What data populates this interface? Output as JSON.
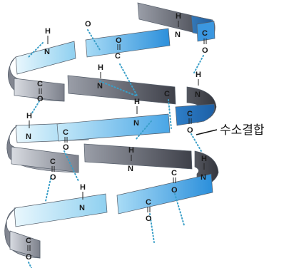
{
  "diagram": {
    "atoms": {
      "nitrogen": "N",
      "hydrogen": "H",
      "carbon": "C",
      "oxygen": "O"
    },
    "annotation": "수소결합"
  },
  "colors": {
    "ribbon_light": "#b5e3f6",
    "ribbon_bright": "#4aa2e2",
    "ribbon_gray": "#8e919a",
    "ribbon_dark": "#4d4f58",
    "hydrogen_bond": "#3a9fc8"
  }
}
